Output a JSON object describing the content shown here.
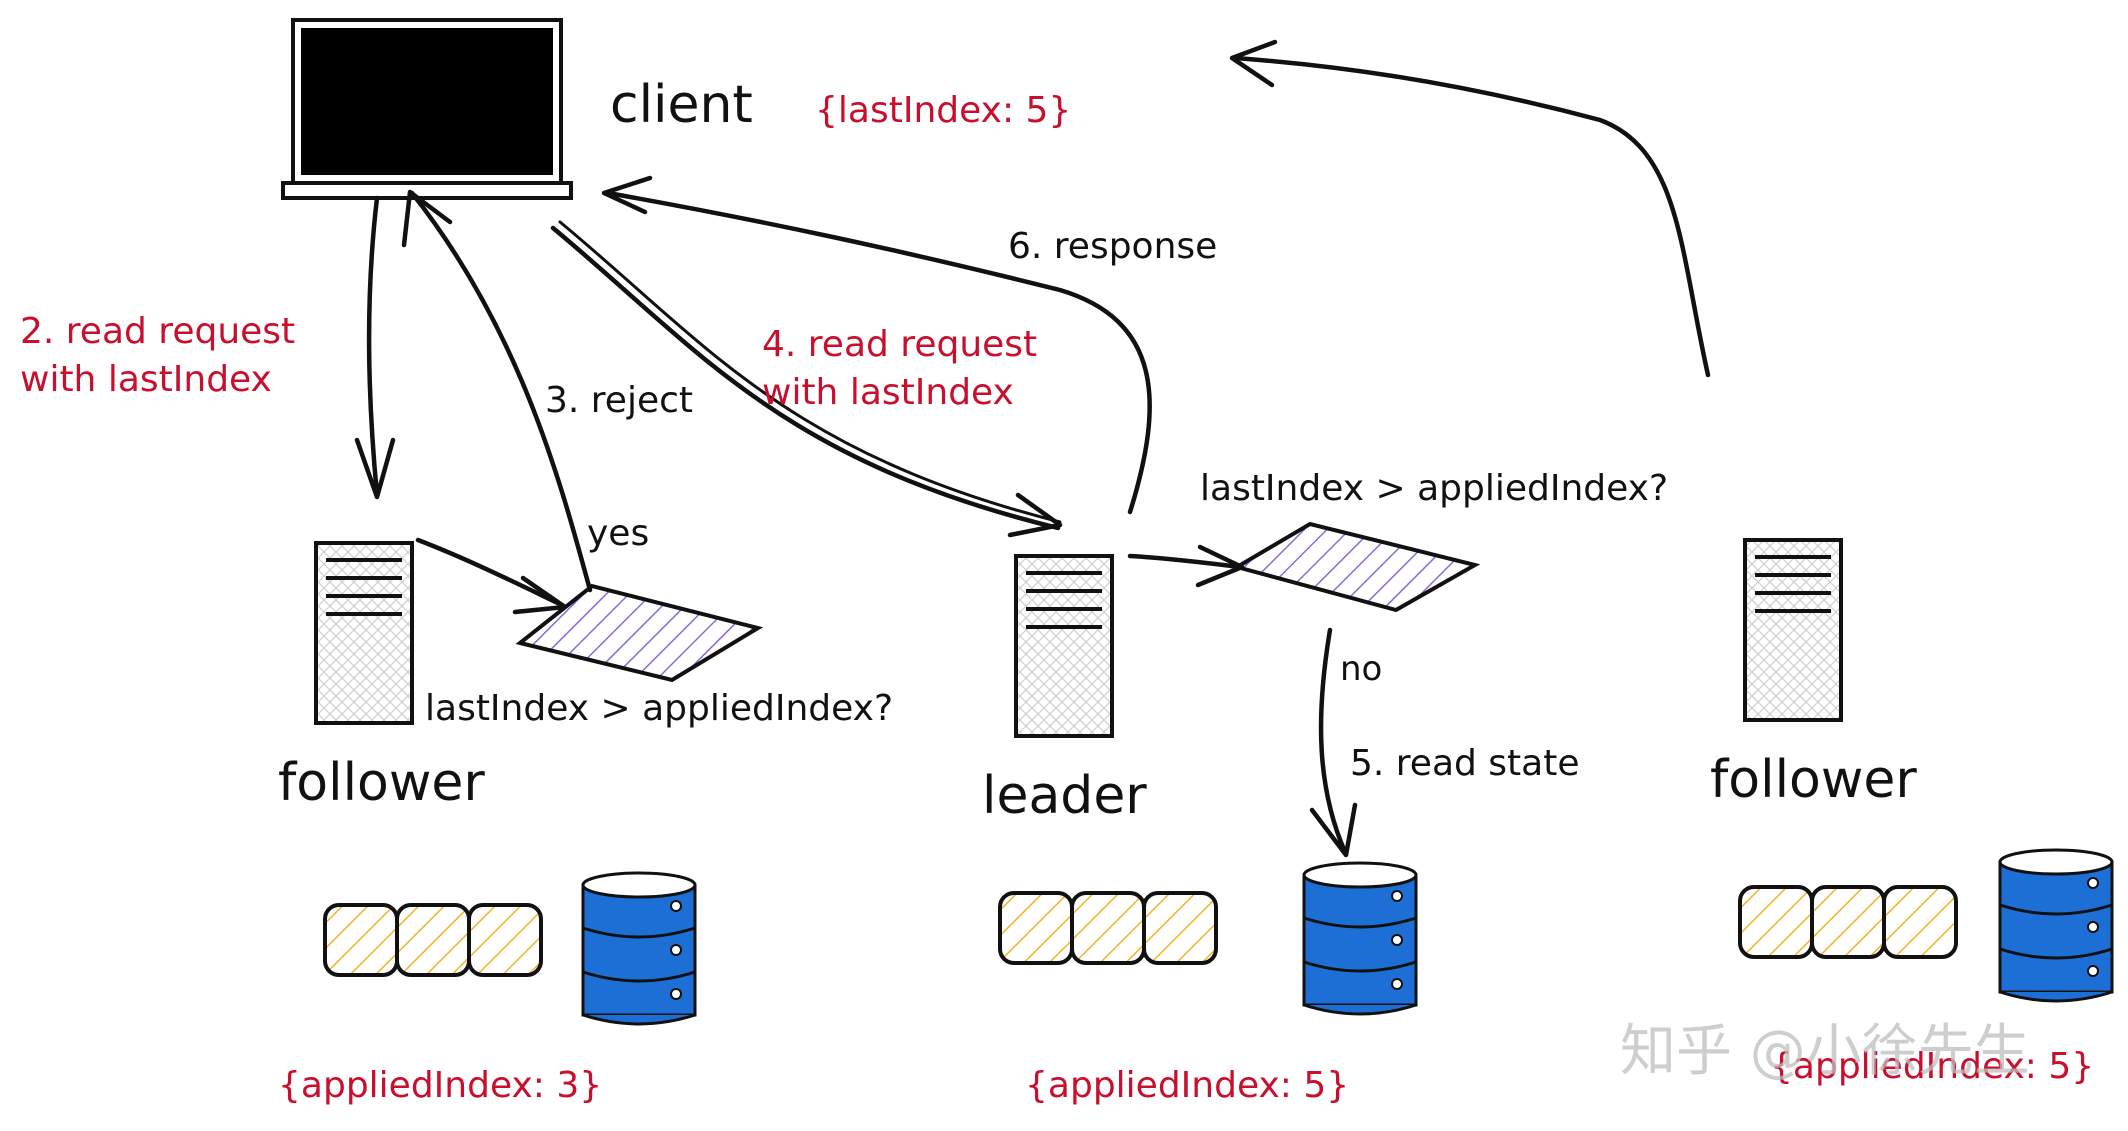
{
  "nodes": {
    "client": {
      "label": "client",
      "state": "{lastIndex: 5}"
    },
    "follower_left": {
      "label": "follower",
      "state": "{appliedIndex: 3}"
    },
    "leader": {
      "label": "leader",
      "state": "{appliedIndex: 5}"
    },
    "follower_right": {
      "label": "follower",
      "state": "{appliedIndex: 5}"
    }
  },
  "decisions": {
    "left": {
      "question": "lastIndex > appliedIndex?"
    },
    "right": {
      "question": "lastIndex > appliedIndex?"
    }
  },
  "edges": {
    "read_request_follower": "2. read request\nwith lastIndex",
    "reject": "3. reject",
    "yes": "yes",
    "read_request_leader": "4. read request\nwith lastIndex",
    "response": "6. response",
    "no": "no",
    "read_state": "5. read state"
  },
  "watermark": "知乎 @小徐先生",
  "colors": {
    "ink": "#111111",
    "red_text": "#c8102e",
    "diamond_hatch": "#8b6ad9",
    "log_hatch": "#f0b429",
    "database_blue": "#1d6fd6",
    "server_hatch": "#c8c8c8"
  }
}
